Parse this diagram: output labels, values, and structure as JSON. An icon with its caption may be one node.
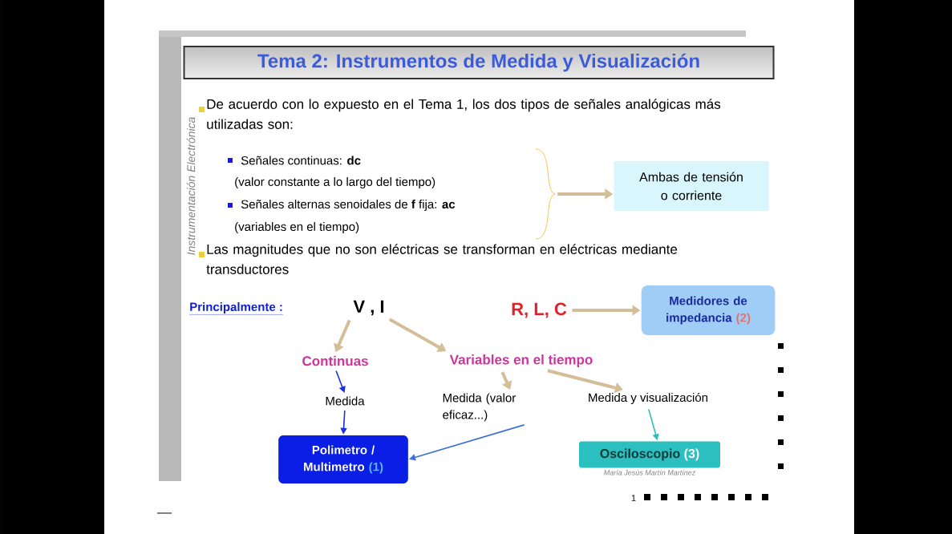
{
  "diagram": {
    "title": "Tema 2: Instrumentos de Medida y Visualización",
    "nodes": [
      {
        "text": [
          "Ambas de tensión o corriente"
        ]
      },
      {
        "text": [
          "R, L, C"
        ]
      },
      {
        "text": [
          "Medidores de impedancia",
          "(2)"
        ]
      },
      {
        "text": [
          "V , I"
        ]
      },
      {
        "text": [
          "Continuas"
        ]
      },
      {
        "text": [
          "Variables en el tiempo"
        ]
      },
      {
        "text": [
          "Medida"
        ]
      },
      {
        "text": [
          "Polimetro / Multimetro",
          "(1)"
        ]
      },
      {
        "text": [
          "Medida (valor eficaz...)"
        ]
      },
      {
        "text": [
          "Medida y visualización"
        ]
      },
      {
        "text": [
          "Osciloscopio",
          "(3)"
        ],
        "beside": [
          "María Jesús Martín Martínez"
        ]
      },
      {
        "text": [],
        "shape": "brace"
      }
    ],
    "edges": [
      {
        "from": 11,
        "to": 0,
        "arrow": "to"
      },
      {
        "from": 1,
        "to": 2,
        "arrow": "to"
      },
      {
        "from": 3,
        "to": 4,
        "arrow": "to"
      },
      {
        "from": 3,
        "to": 5,
        "arrow": "to"
      },
      {
        "from": 4,
        "to": 6,
        "arrow": "to",
        "color": "#1a2ee6"
      },
      {
        "from": 6,
        "to": 7,
        "arrow": "to",
        "color": "#1a2ee6"
      },
      {
        "from": 5,
        "to": 8,
        "arrow": "to"
      },
      {
        "from": 5,
        "to": 9,
        "arrow": "to"
      },
      {
        "from": 8,
        "to": 7,
        "arrow": "to",
        "color": "#3a6fd8"
      },
      {
        "from": 9,
        "to": 10,
        "arrow": "to",
        "color": "#2bbfc0"
      }
    ],
    "labels": [
      "De acuerdo con lo expuesto en el Tema 1, los dos tipos de señales analógicas más utilizadas son:",
      "Señales continuas: **dc**",
      "(valor constante a lo largo del tiempo)",
      "Señales alternas senoidales de **f** fija: **ac**",
      "(variables en el tiempo)",
      "Las magnitudes que no son eléctricas se transforman en eléctricas mediante transductores",
      "Principalmente :",
      "1",
      "Instrumentación Electrónica"
    ]
  }
}
